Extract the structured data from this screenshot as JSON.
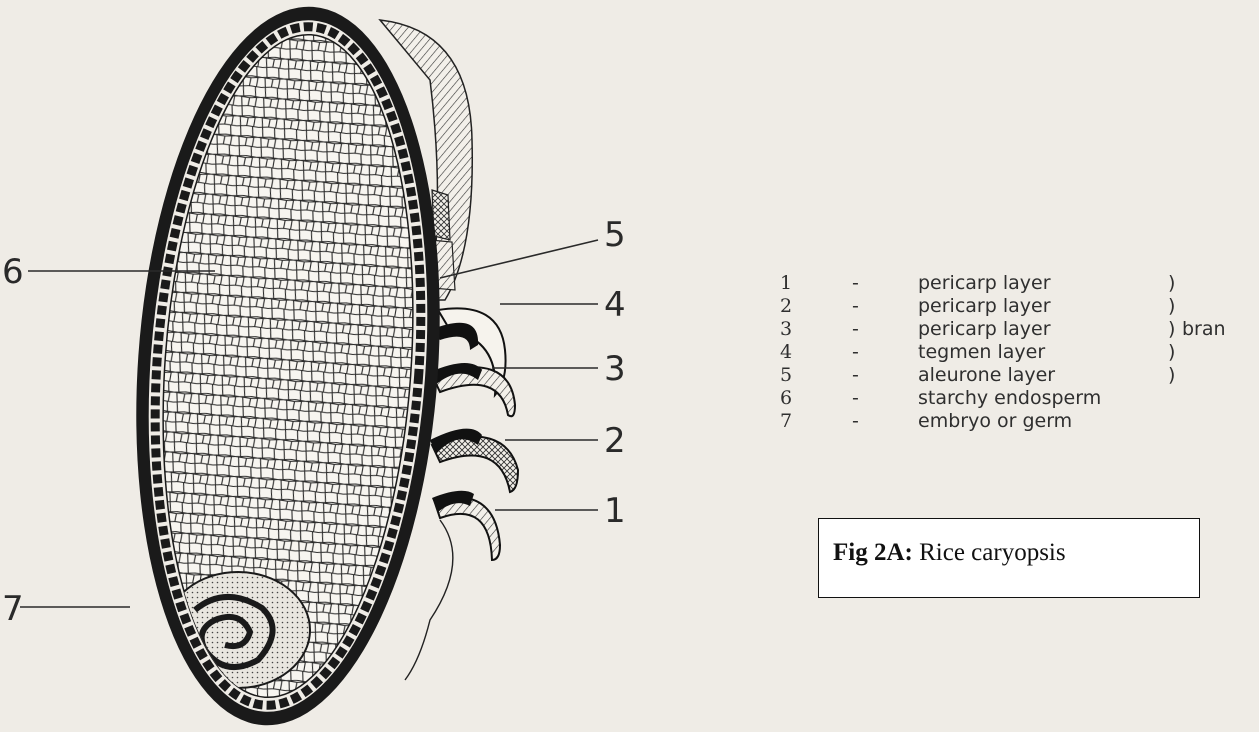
{
  "figure": {
    "caption_label": "Fig 2A:",
    "caption_text": "Rice caryopsis"
  },
  "callouts": [
    "1",
    "2",
    "3",
    "4",
    "5",
    "6",
    "7"
  ],
  "legend": {
    "rows": [
      {
        "num": "1",
        "dash": "-",
        "text": "pericarp layer",
        "paren": ")",
        "group": ""
      },
      {
        "num": "2",
        "dash": "-",
        "text": "pericarp layer",
        "paren": ")",
        "group": ""
      },
      {
        "num": "3",
        "dash": "-",
        "text": "pericarp layer",
        "paren": ")",
        "group": "bran"
      },
      {
        "num": "4",
        "dash": "-",
        "text": "tegmen layer",
        "paren": ")",
        "group": ""
      },
      {
        "num": "5",
        "dash": "-",
        "text": "aleurone layer",
        "paren": ")",
        "group": ""
      },
      {
        "num": "6",
        "dash": "-",
        "text": "starchy endosperm",
        "paren": "",
        "group": ""
      },
      {
        "num": "7",
        "dash": "-",
        "text": "embryo or germ",
        "paren": "",
        "group": ""
      }
    ]
  },
  "colors": {
    "background": "#efece6",
    "ink": "#1a1a1a",
    "endosperm": "#f7f5f0"
  }
}
